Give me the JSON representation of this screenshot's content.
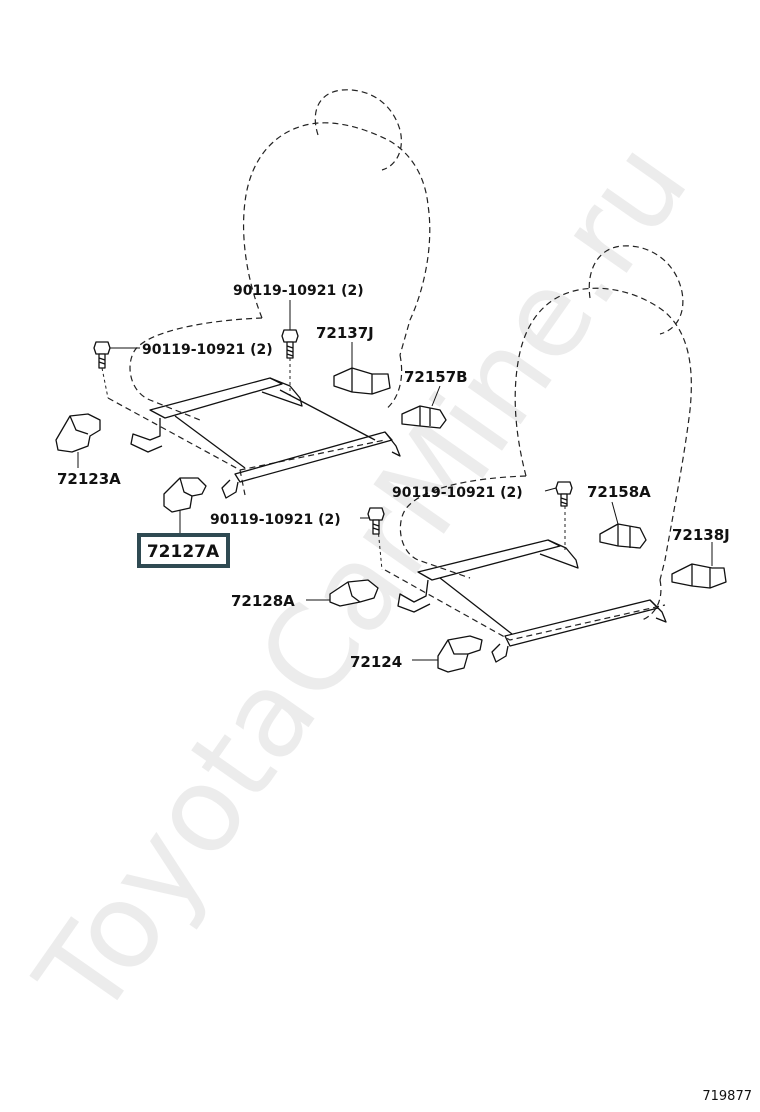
{
  "watermark": "ToyotaCarMine.ru",
  "diagram_code": "719877",
  "labels": {
    "bolt_upper_left": "90119-10921 (2)",
    "bolt_left": "90119-10921 (2)",
    "bolt_lower_center": "90119-10921 (2)",
    "bolt_right": "90119-10921 (2)",
    "p72137J": "72137J",
    "p72157B": "72157B",
    "p72123A": "72123A",
    "p72127A": "72127A",
    "p72128A": "72128A",
    "p72124": "72124",
    "p72158A": "72158A",
    "p72138J": "72138J"
  },
  "highlight": {
    "part": "72127A",
    "border_color": "#2f4a52"
  }
}
